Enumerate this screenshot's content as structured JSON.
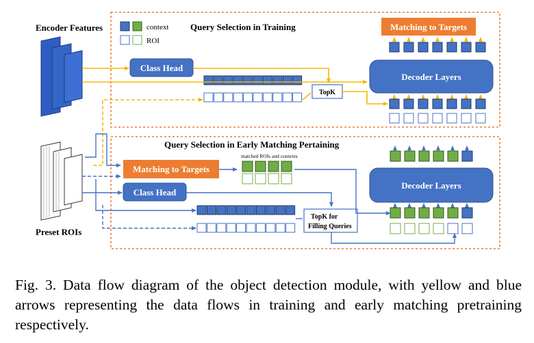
{
  "labels": {
    "encoder_features": "Encoder Features",
    "preset_rois": "Preset ROIs",
    "legend_context": "context",
    "legend_roi": "ROI",
    "section_training": "Query Selection in Training",
    "section_early": "Query Selection in Early Matching Pertaining",
    "matching_targets_top": "Matching to Targets",
    "matching_targets_bottom": "Matching to Targets",
    "class_head_top": "Class Head",
    "class_head_bottom": "Class Head",
    "decoder_top": "Decoder Layers",
    "decoder_bottom": "Decoder Layers",
    "topk_top": "TopK",
    "topk_bottom_line1": "TopK for",
    "topk_bottom_line2": "Filling Queries",
    "matched_rois": "matched ROIs and contexts"
  },
  "colors": {
    "blue": "#4472c4",
    "dark_blue": "#2e4f8f",
    "green": "#70ad47",
    "orange": "#ed7d31",
    "yellow": "#f5b800",
    "arrow_blue": "#4472c4"
  },
  "caption": "Fig. 3.   Data flow diagram of the object detection module, with yellow and blue arrows representing the data flows in training and early matching pretraining respectively."
}
